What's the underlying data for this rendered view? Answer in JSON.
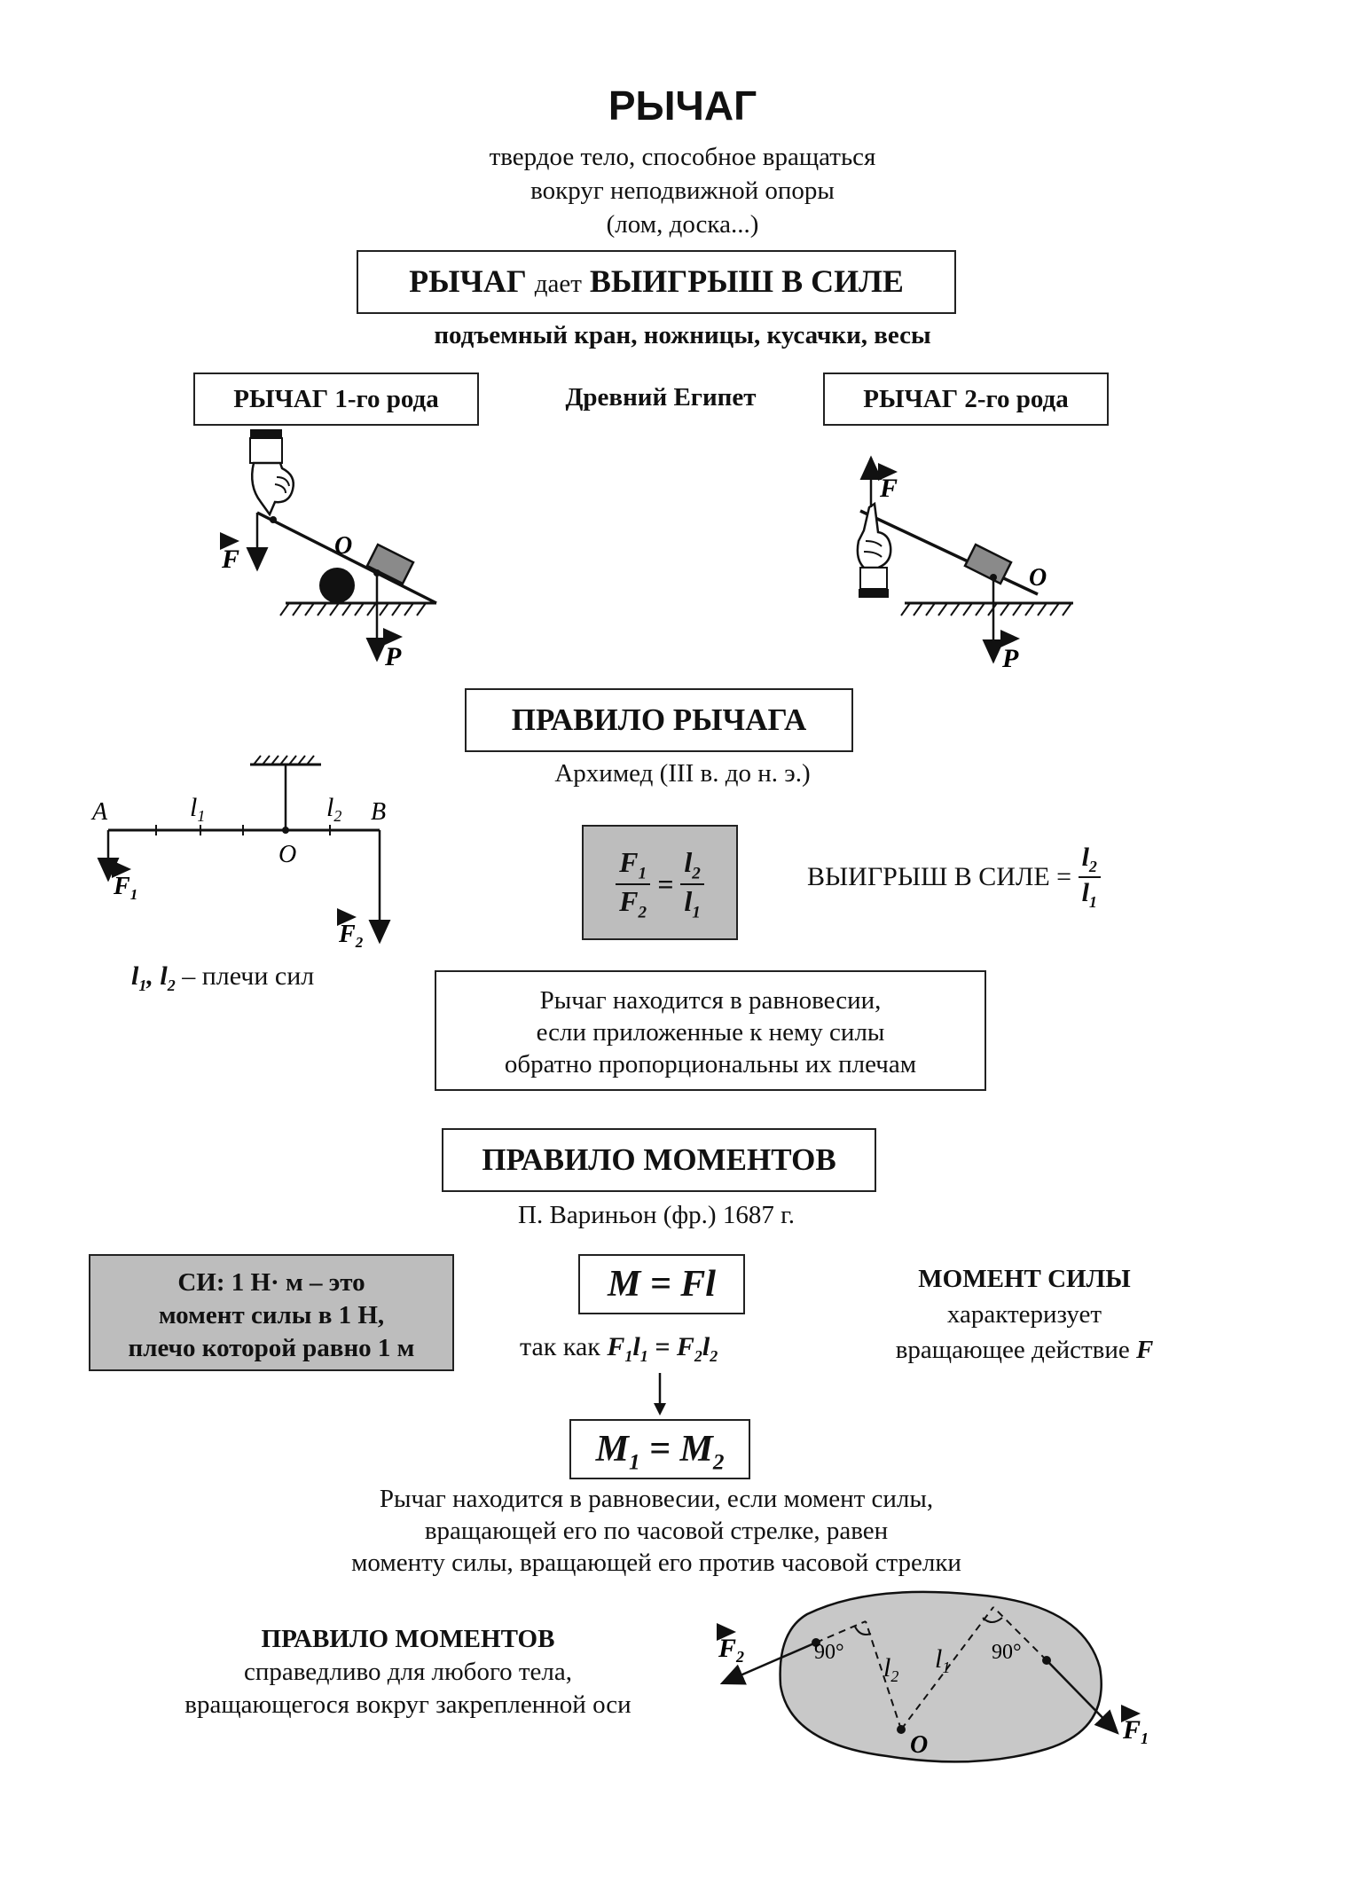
{
  "title": "РЫЧАГ",
  "definition": [
    "твердое тело, способное вращаться",
    "вокруг неподвижной опоры",
    "(лом, доска...)"
  ],
  "gain_box": {
    "a": "РЫЧАГ",
    "b": "дает",
    "c": "ВЫИГРЫШ В СИЛЕ"
  },
  "examples": "подъемный кран, ножницы, кусачки, весы",
  "lever1_label": "РЫЧАГ 1-го рода",
  "egypt": "Древний Египет",
  "lever2_label": "РЫЧАГ 2-го рода",
  "diagram_labels": {
    "F": "F",
    "O": "O",
    "P": "P",
    "A": "A",
    "B": "B",
    "l": "l",
    "one": "1",
    "two": "2"
  },
  "rule_lever": {
    "title": "ПРАВИЛО РЫЧАГА",
    "author": "Архимед (III в. до н. э.)",
    "gain_text": "ВЫИГРЫШ В СИЛЕ =",
    "arms_note": "– плечи сил",
    "equilibrium": [
      "Рычаг находится в равновесии,",
      "если приложенные к нему силы",
      "обратно пропорциональны их плечам"
    ]
  },
  "rule_moments": {
    "title": "ПРАВИЛО МОМЕНТОВ",
    "author": "П. Вариньон (фр.) 1687 г.",
    "si": [
      "СИ: 1 Н· м – это",
      "момент силы в 1 Н,",
      "плечо которой равно 1 м"
    ],
    "formula": "M = Fl",
    "since": "так как",
    "moment_title": "МОМЕНТ СИЛЫ",
    "moment_desc": [
      "характеризует",
      "вращающее действие"
    ],
    "moment_F": "F",
    "equilibrium": [
      "Рычаг находится в равновесии, если момент силы,",
      "вращающей его по часовой стрелке, равен",
      "моменту силы, вращающей его против часовой стрелки"
    ],
    "general_title": "ПРАВИЛО МОМЕНТОВ",
    "general_desc": [
      "справедливо для любого тела,",
      "вращающегося вокруг закрепленной оси"
    ],
    "angle": "90°"
  }
}
